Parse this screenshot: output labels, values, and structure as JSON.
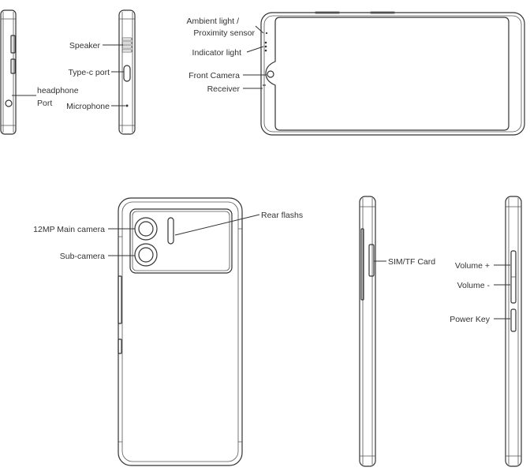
{
  "labels": {
    "ambient_light": "Ambient light /",
    "proximity_sensor": "Proximity sensor",
    "speaker": "Speaker",
    "indicator_light": "Indicator light",
    "type_c_port": "Type-c port",
    "front_camera": "Front Camera",
    "receiver": "Receiver",
    "headphone": "headphone",
    "port": "Port",
    "microphone": "Microphone",
    "rear_flashs": "Rear flashs",
    "main_camera": "12MP Main camera",
    "sub_camera": "Sub-camera",
    "sim_tf_card": "SIM/TF Card",
    "volume_up": "Volume +",
    "volume_down": "Volume -",
    "power_key": "Power Key"
  }
}
